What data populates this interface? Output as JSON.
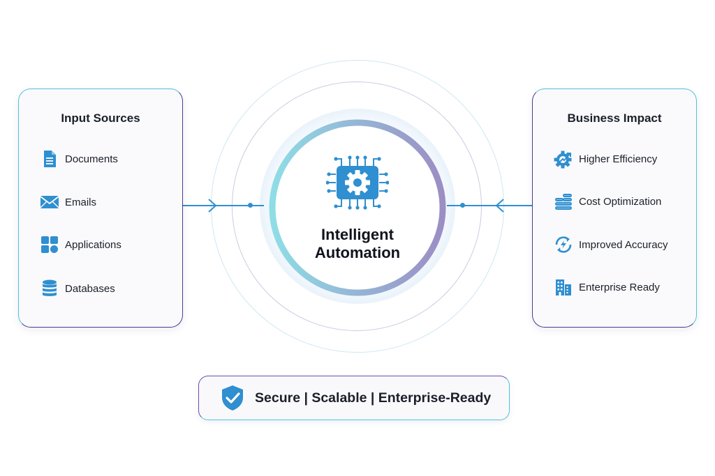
{
  "input_panel": {
    "title": "Input Sources",
    "items": [
      {
        "label": "Documents",
        "icon": "document-icon"
      },
      {
        "label": "Emails",
        "icon": "email-icon"
      },
      {
        "label": "Applications",
        "icon": "applications-icon"
      },
      {
        "label": "Databases",
        "icon": "database-icon"
      }
    ]
  },
  "center": {
    "title_line1": "Intelligent",
    "title_line2": "Automation",
    "icon": "gear-chip-icon"
  },
  "impact_panel": {
    "title": "Business Impact",
    "items": [
      {
        "label": "Higher Efficiency",
        "icon": "efficiency-gear-icon"
      },
      {
        "label": "Cost Optimization",
        "icon": "coins-icon"
      },
      {
        "label": "Improved Accuracy",
        "icon": "accuracy-refresh-icon"
      },
      {
        "label": "Enterprise Ready",
        "icon": "building-icon"
      }
    ]
  },
  "badge": {
    "text": "Secure | Scalable | Enterprise-Ready",
    "icon": "shield-check-icon"
  },
  "colors": {
    "accent_blue": "#2f8fd0",
    "teal": "#4fc3d9",
    "purple": "#4a3a8f"
  }
}
